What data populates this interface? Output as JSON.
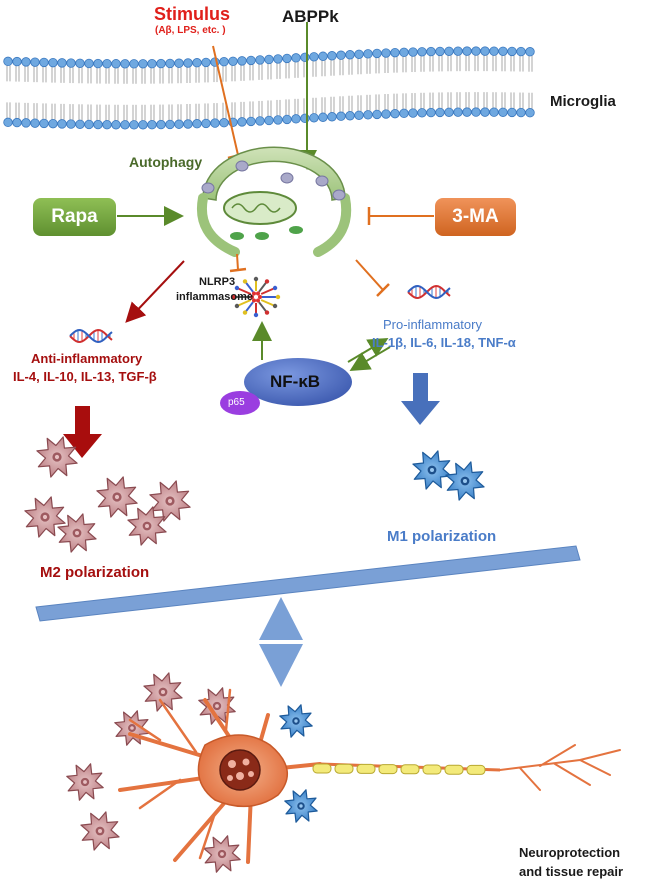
{
  "stimulus": {
    "title": "Stimulus",
    "subtitle": "(Aβ, LPS, etc. )"
  },
  "abppk": "ABPPk",
  "microglia": "Microglia",
  "autophagy": "Autophagy",
  "rapa": "Rapa",
  "three_ma": "3-MA",
  "nlrp3": {
    "line1": "NLRP3",
    "line2": "inflammasome"
  },
  "nfkb": "NF-κB",
  "p65": "p65",
  "anti": {
    "title": "Anti-inflammatory",
    "list": "IL-4, IL-10, IL-13, TGF-β"
  },
  "pro": {
    "title": "Pro-inflammatory",
    "list": "IL-1β, IL-6, IL-18, TNF-α"
  },
  "m2": "M2 polarization",
  "m1": "M1 polarization",
  "outcome": {
    "line1": "Neuroprotection",
    "line2": "and tissue repair"
  },
  "colors": {
    "stimulus_red": "#e0201b",
    "green_arrow": "#5a8a2a",
    "orange_inhibit": "#e07020",
    "dark_red": "#a50f0f",
    "blue_text": "#4a7cc8",
    "m2_cell": "#c9979b",
    "m1_cell": "#4a8fd0",
    "rapa_green": "#76a83e",
    "three_ma_orange": "#e07b39",
    "nfkb_blue": "#4f6fc4",
    "p65_purple": "#9a3ee0",
    "balance_blue": "#7aa0d6"
  }
}
